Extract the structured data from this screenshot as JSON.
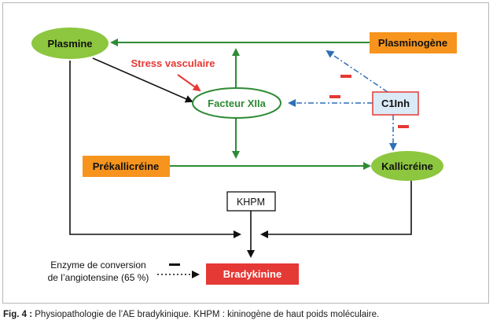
{
  "nodes": {
    "plasmine": "Plasmine",
    "plasminogene": "Plasminogène",
    "stress": "Stress vasculaire",
    "facteur": "Facteur XIIa",
    "c1inh": "C1Inh",
    "prekallicreine": "Prékallicréine",
    "kallicreine": "Kallicréine",
    "khpm": "KHPM",
    "bradykinine": "Bradykinine",
    "enzyme_line1": "Enzyme de conversion",
    "enzyme_line2": "de l’angiotensine (65 %)"
  },
  "colors": {
    "green": "#8dc63f",
    "dark_green": "#2e8b34",
    "orange": "#f7941d",
    "red": "#e53935",
    "blue": "#2f6fb5",
    "light_blue": "#dbeaf7"
  },
  "caption": {
    "label": "Fig. 4 :",
    "text": " Physiopathologie de l’AE bradykinique. KHPM : kininogène de haut poids moléculaire."
  }
}
